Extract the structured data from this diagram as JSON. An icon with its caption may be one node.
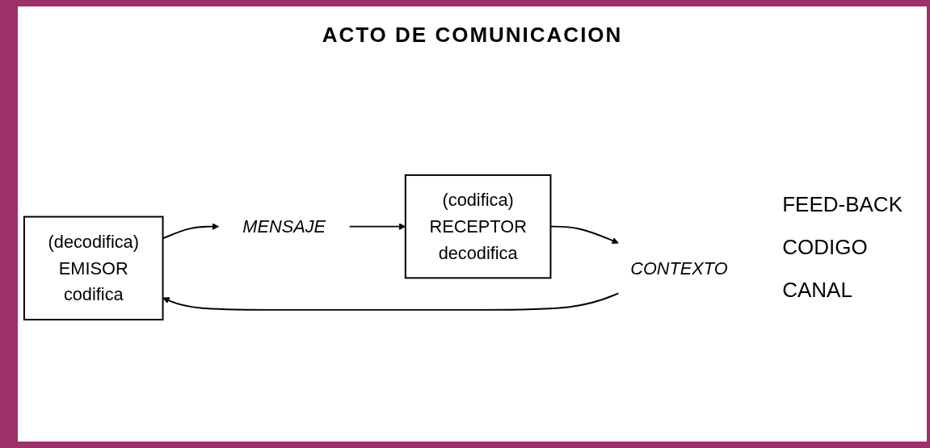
{
  "diagram": {
    "title": "ACTO DE COMUNICACION",
    "nodes": [
      {
        "text": [
          "(decodifica)",
          "EMISOR",
          "codifica"
        ]
      },
      {
        "text": [
          "CONTEXTO"
        ]
      },
      {
        "text": [
          "MENSAJE"
        ]
      },
      {
        "text": [
          "(codifica)",
          "RECEPTOR",
          "decodifica"
        ]
      }
    ],
    "edges": [
      {
        "from": 3,
        "to": 1,
        "arrow": "to"
      },
      {
        "from": 1,
        "to": 0,
        "arrow": "to"
      },
      {
        "from": 0,
        "to": 2,
        "arrow": "to"
      },
      {
        "from": 2,
        "to": 3,
        "arrow": "to"
      }
    ],
    "labels": [
      "FEED-BACK",
      "CODIGO",
      "CANAL"
    ]
  }
}
